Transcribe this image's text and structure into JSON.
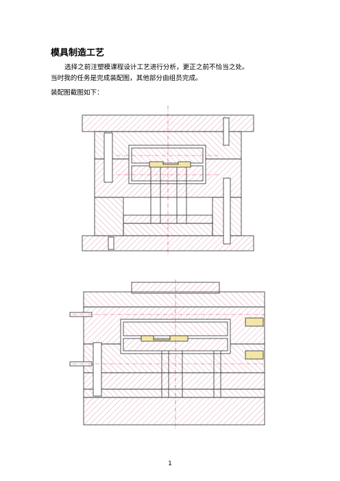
{
  "document": {
    "title": "模具制造工艺",
    "paragraph_1": "选择之前注塑模课程设计工艺进行分析，更正之前不恰当之处。",
    "paragraph_2": "当时我的任务是完成装配图，其他部分由组员完成。",
    "paragraph_3": "装配图截图如下：",
    "page_number": "1"
  },
  "figures": {
    "figure_1_icon": "mold-assembly-drawing-top",
    "figure_2_icon": "mold-assembly-drawing-bottom",
    "colors": {
      "hatch": "#d07a96",
      "outline": "#2a2a2a",
      "centerline": "#e04060",
      "part": "#f3e6a8"
    }
  }
}
